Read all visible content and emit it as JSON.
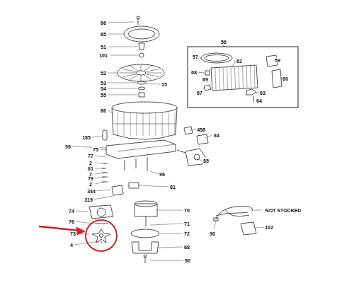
{
  "diagram": {
    "labels": [
      "66",
      "65",
      "51",
      "101",
      "52",
      "53",
      "15",
      "54",
      "55",
      "86",
      "185",
      "458",
      "84",
      "99",
      "77",
      "75",
      "2",
      "61",
      "2",
      "79",
      "2",
      "85",
      "96",
      "344",
      "319",
      "81",
      "74",
      "76",
      "73",
      "4",
      "70",
      "71",
      "72",
      "68",
      "90",
      "NOT STOCKED",
      "90",
      "102",
      "56",
      "57",
      "62",
      "59",
      "68",
      "69",
      "67",
      "60",
      "63",
      "64"
    ]
  }
}
